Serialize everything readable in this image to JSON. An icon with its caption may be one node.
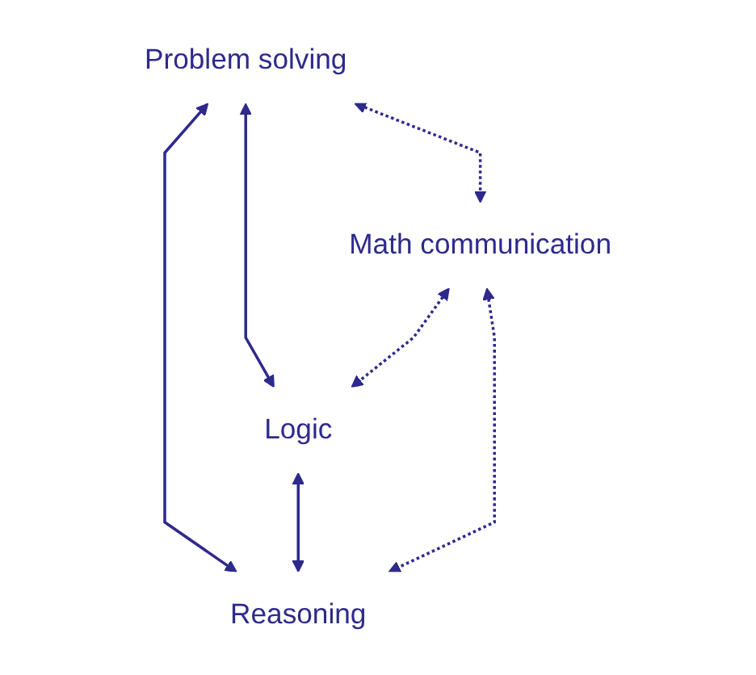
{
  "diagram": {
    "nodes": [
      {
        "text": [
          "Problem solving"
        ]
      },
      {
        "text": [
          "Math communication"
        ]
      },
      {
        "text": [
          "Logic"
        ]
      },
      {
        "text": [
          "Reasoning"
        ]
      }
    ],
    "edges": [
      {
        "from": 0,
        "to": 2,
        "arrow": "both"
      },
      {
        "from": 0,
        "to": 3,
        "arrow": "both"
      },
      {
        "from": 2,
        "to": 3,
        "arrow": "both"
      },
      {
        "from": 0,
        "to": 1,
        "arrow": "both",
        "style": "dashed"
      },
      {
        "from": 1,
        "to": 2,
        "arrow": "both",
        "style": "dashed"
      },
      {
        "from": 1,
        "to": 3,
        "arrow": "both",
        "style": "dashed"
      }
    ]
  }
}
